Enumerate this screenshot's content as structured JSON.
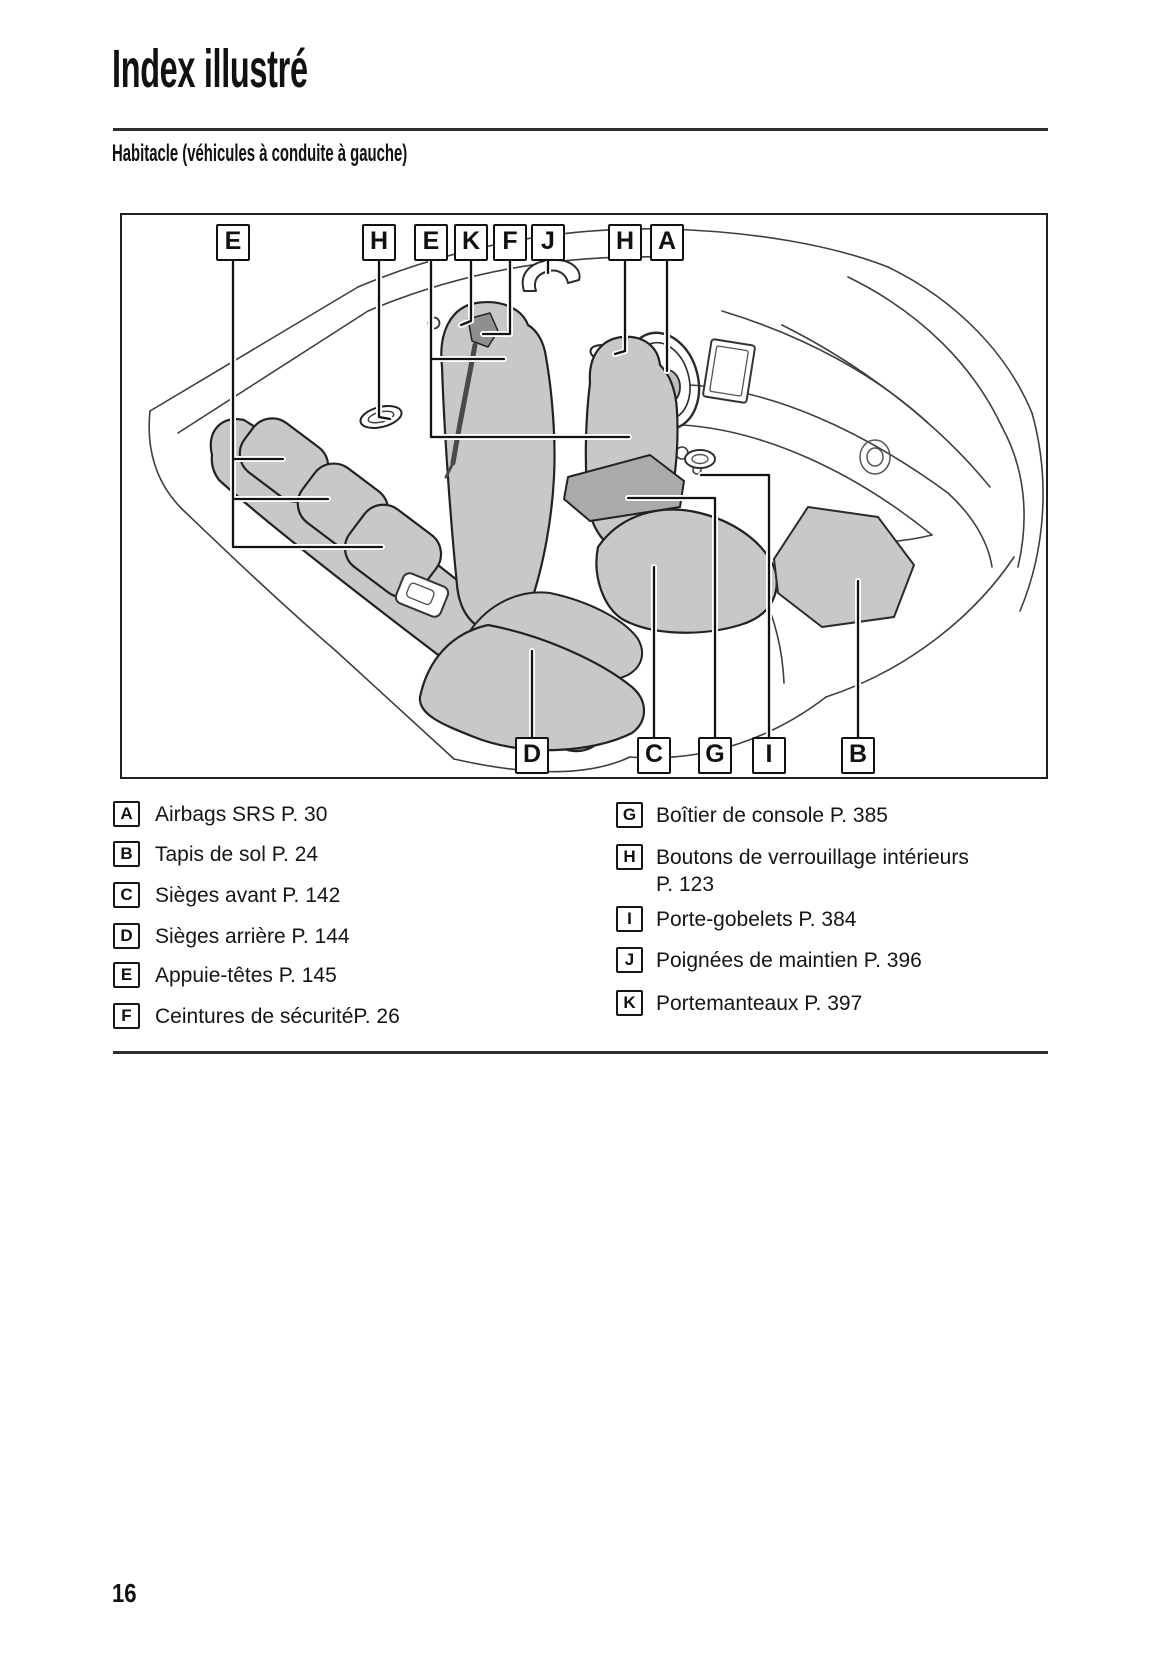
{
  "page": {
    "title": "Index illustré",
    "section_heading": "Habitacle (véhicules à conduite à gauche)",
    "page_number": "16"
  },
  "colors": {
    "seat_fill": "#c7c8c7",
    "console_fill": "#a9aaa9",
    "line_color": "#1a1a1a"
  },
  "diagram": {
    "top_callouts": [
      {
        "letter": "E"
      },
      {
        "letter": "H"
      },
      {
        "letter": "E"
      },
      {
        "letter": "K"
      },
      {
        "letter": "F"
      },
      {
        "letter": "J"
      },
      {
        "letter": "H"
      },
      {
        "letter": "A"
      }
    ],
    "bottom_callouts": [
      {
        "letter": "D"
      },
      {
        "letter": "C"
      },
      {
        "letter": "G"
      },
      {
        "letter": "I"
      },
      {
        "letter": "B"
      }
    ]
  },
  "legend": {
    "left": [
      {
        "key": "A",
        "text": "Airbags SRS P. 30"
      },
      {
        "key": "B",
        "text": "Tapis de sol P. 24"
      },
      {
        "key": "C",
        "text": "Sièges avant P. 142"
      },
      {
        "key": "D",
        "text": "Sièges arrière P. 144"
      },
      {
        "key": "E",
        "text": "Appuie-têtes P. 145"
      },
      {
        "key": "F",
        "text": "Ceintures de sécuritéP. 26"
      }
    ],
    "right": [
      {
        "key": "G",
        "text": "Boîtier de console P. 385"
      },
      {
        "key": "H",
        "text": "Boutons de verrouillage intérieurs P. 123"
      },
      {
        "key": "I",
        "text": "Porte-gobelets P. 384"
      },
      {
        "key": "J",
        "text": "Poignées de maintien P. 396"
      },
      {
        "key": "K",
        "text": "Portemanteaux P. 397"
      }
    ]
  }
}
